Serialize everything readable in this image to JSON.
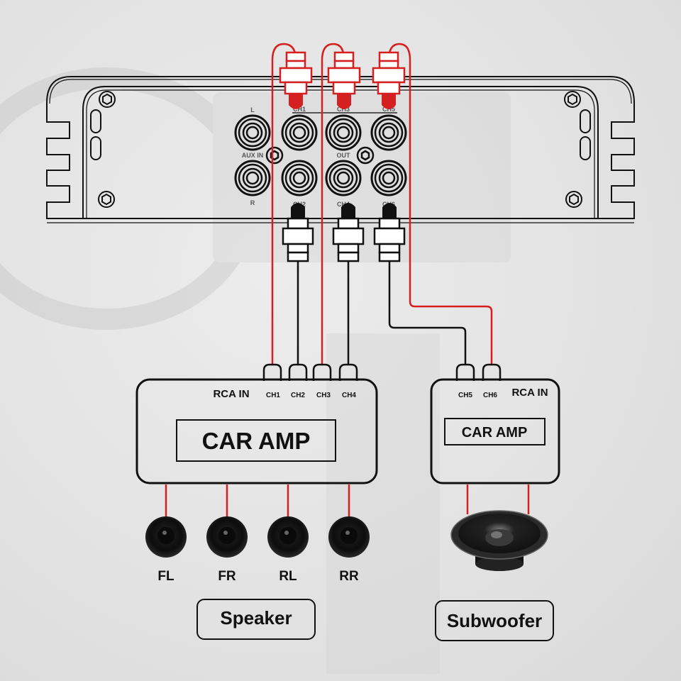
{
  "head_unit": {
    "aux_labels": {
      "left": "L",
      "center": "AUX IN",
      "right": "R"
    },
    "out_label": "OUT",
    "top_channel_labels": [
      "CH1",
      "CH3",
      "CH5"
    ],
    "bottom_channel_labels": [
      "CH2",
      "CH4",
      "CH6"
    ]
  },
  "amp_4ch": {
    "title": "CAR AMP",
    "input_label": "RCA IN",
    "channels": [
      "CH1",
      "CH2",
      "CH3",
      "CH4"
    ]
  },
  "amp_sub": {
    "title": "CAR AMP",
    "input_label": "RCA IN",
    "channels": [
      "CH5",
      "CH6"
    ]
  },
  "speakers": [
    {
      "label": "FL"
    },
    {
      "label": "FR"
    },
    {
      "label": "RL"
    },
    {
      "label": "RR"
    }
  ],
  "groups": {
    "speaker_label": "Speaker",
    "subwoofer_label": "Subwoofer"
  },
  "colors": {
    "wire_red": "#d42020",
    "wire_black": "#111111",
    "outline": "#111111",
    "background": "#e4e4e4"
  }
}
